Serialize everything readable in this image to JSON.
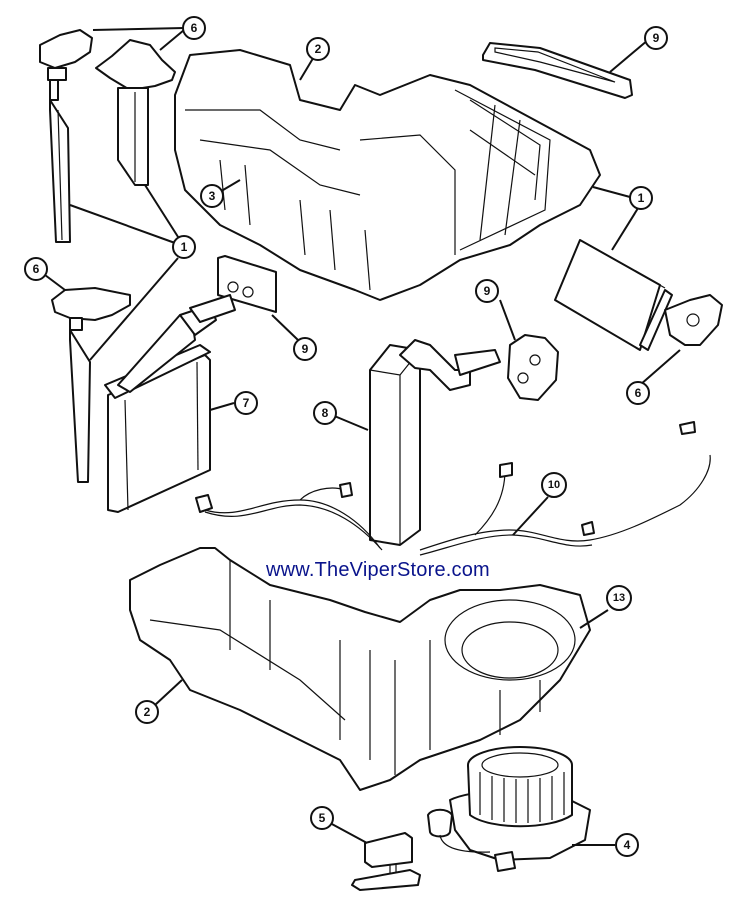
{
  "diagram": {
    "title": "Heater / A/C Unit Components - Exploded View",
    "watermark": "www.TheViperStore.com",
    "watermark_color": "#0a148c",
    "callouts": [
      {
        "id": "c6a",
        "label": "6",
        "part": "mode door actuator (upper)"
      },
      {
        "id": "c2a",
        "label": "2",
        "part": "upper HVAC housing"
      },
      {
        "id": "c9a",
        "label": "9",
        "part": "filter seal"
      },
      {
        "id": "c3",
        "label": "3",
        "part": "housing fastener"
      },
      {
        "id": "c1a",
        "label": "1",
        "part": "actuator linkage rods (left)"
      },
      {
        "id": "c1b",
        "label": "1",
        "part": "recirculation door"
      },
      {
        "id": "c6b",
        "label": "6",
        "part": "actuator (left)"
      },
      {
        "id": "c9b",
        "label": "9",
        "part": "heater core seal"
      },
      {
        "id": "c7",
        "label": "7",
        "part": "heater core"
      },
      {
        "id": "c9c",
        "label": "9",
        "part": "evaporator seal"
      },
      {
        "id": "c6c",
        "label": "6",
        "part": "recirculation door actuator"
      },
      {
        "id": "c8",
        "label": "8",
        "part": "evaporator"
      },
      {
        "id": "c10",
        "label": "10",
        "part": "wiring harness"
      },
      {
        "id": "c13",
        "label": "13",
        "part": "blower housing"
      },
      {
        "id": "c2b",
        "label": "2",
        "part": "lower HVAC housing"
      },
      {
        "id": "c5",
        "label": "5",
        "part": "blower motor resistor"
      },
      {
        "id": "c4",
        "label": "4",
        "part": "blower motor"
      }
    ]
  }
}
